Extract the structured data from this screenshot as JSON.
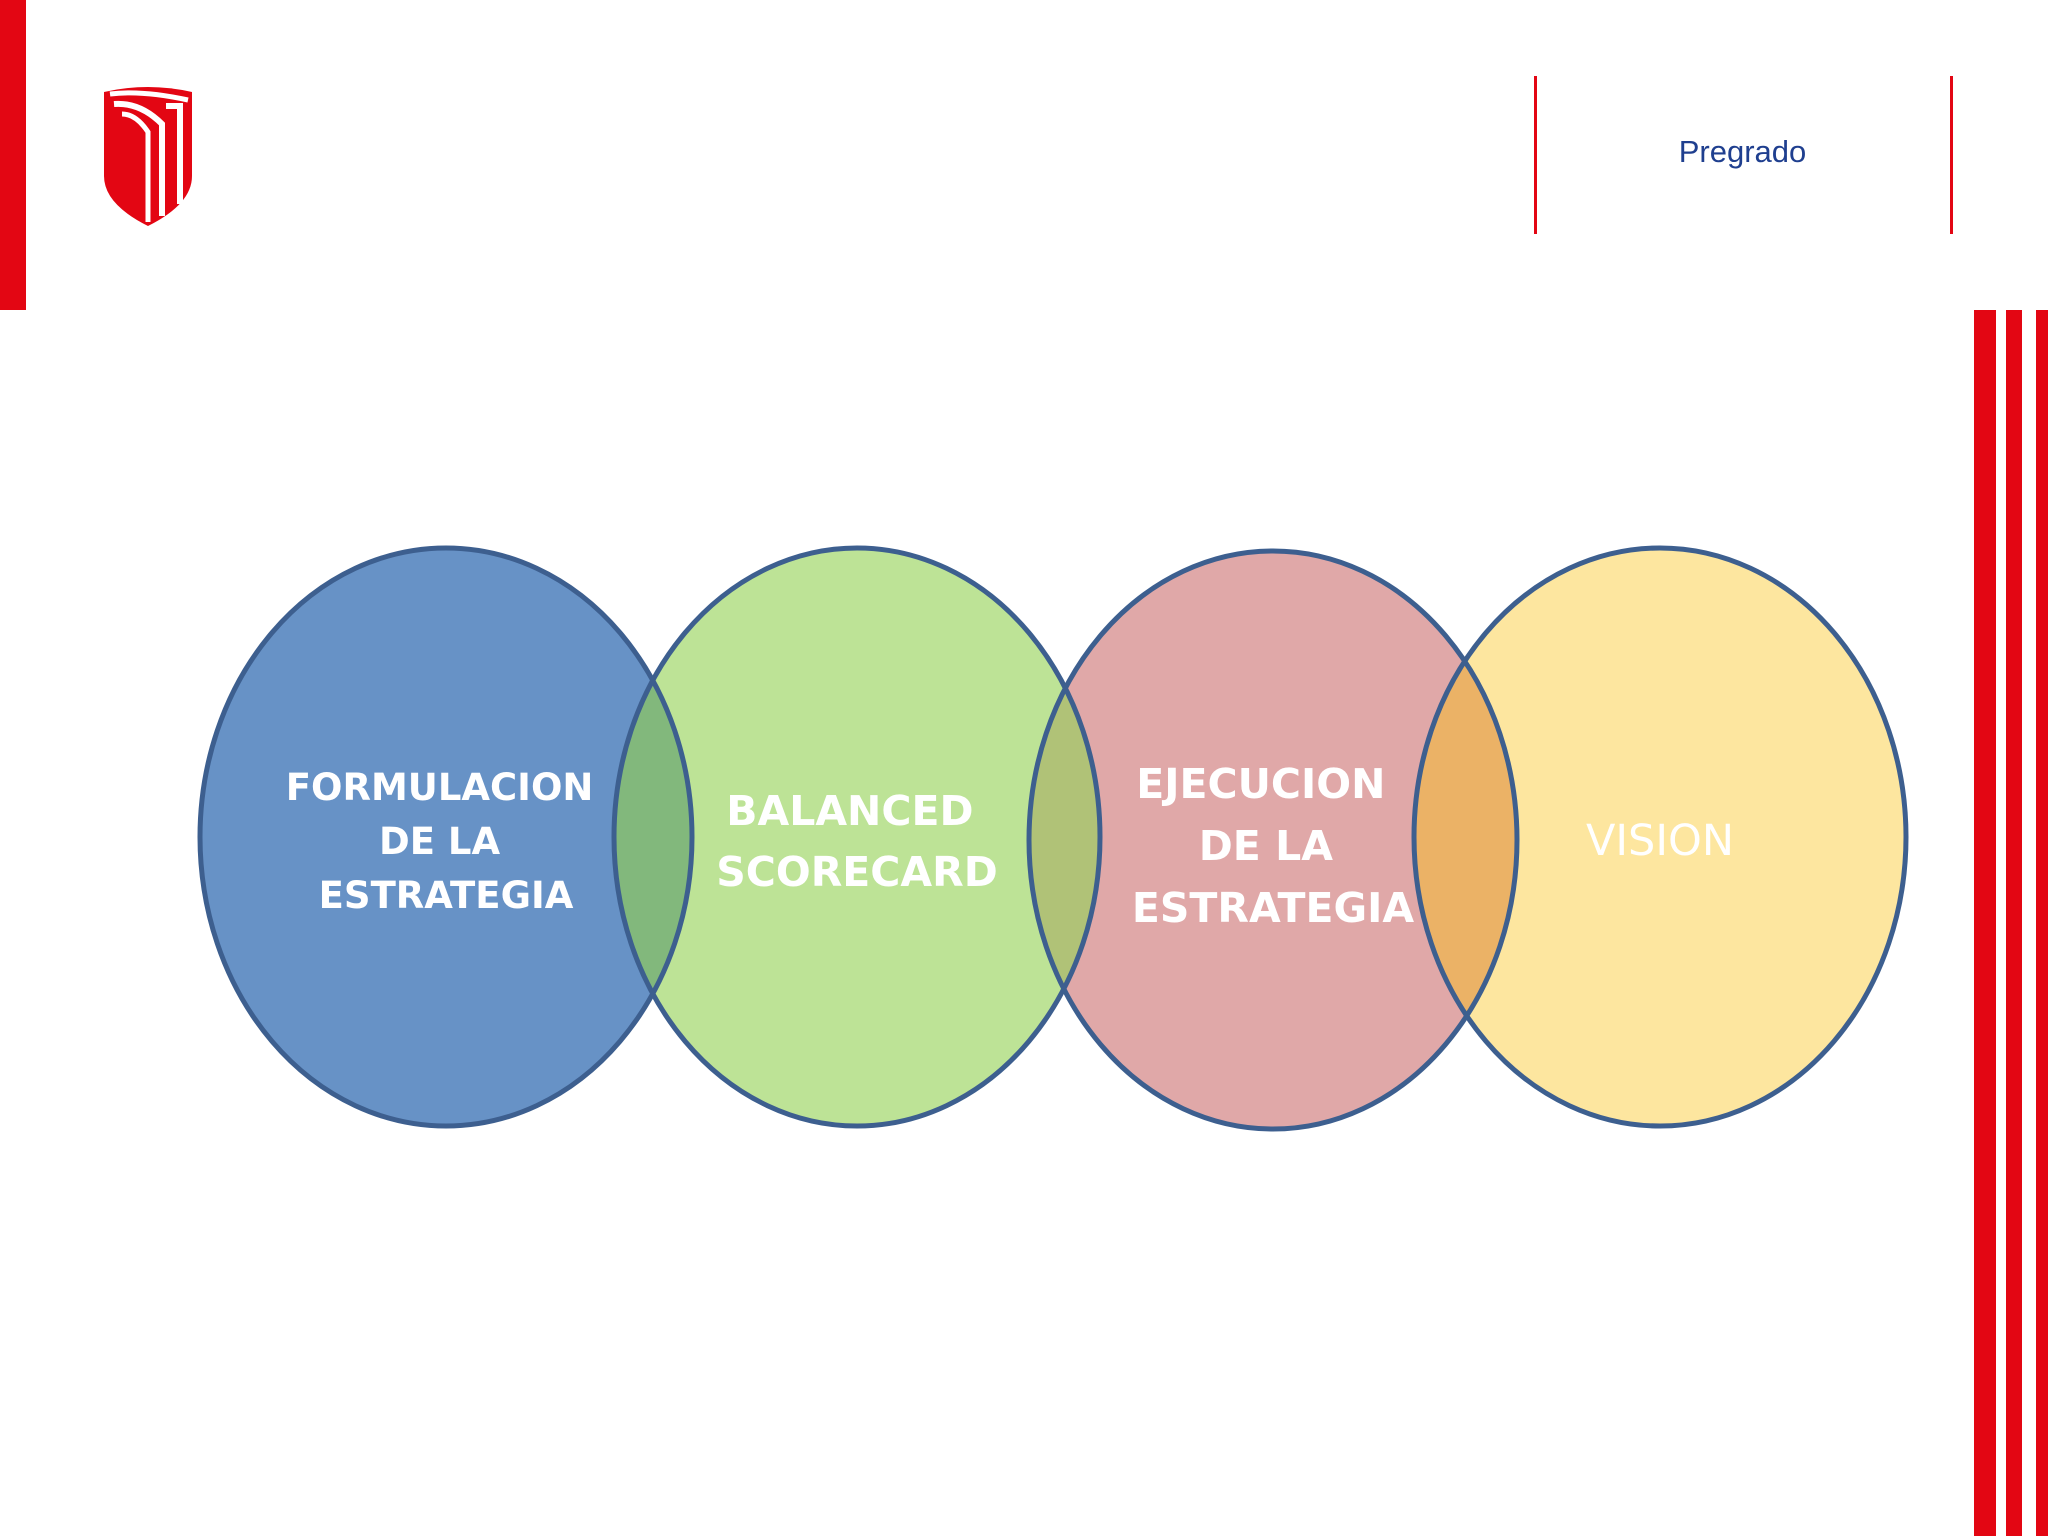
{
  "header": {
    "label": "Pregrado",
    "logo_icon": "university-shield-logo"
  },
  "colors": {
    "brand_red": "#e30613",
    "header_text": "#1f3f8f",
    "circle_outline": "#3d5f8f",
    "formulacion": "#6792c6",
    "balanced": "#bde396",
    "ejecucion": "#e0a8a8",
    "vision": "#fde69f",
    "overlap_1_2": "#82b87c",
    "overlap_2_3": "#b0c277",
    "overlap_3_4": "#ebb266"
  },
  "diagram": {
    "circles": [
      {
        "id": "formulacion",
        "lines": [
          "FORMULACION",
          "DE LA",
          "ESTRATEGIA"
        ]
      },
      {
        "id": "balanced",
        "lines": [
          "BALANCED",
          "SCORECARD"
        ]
      },
      {
        "id": "ejecucion",
        "lines": [
          "EJECUCION",
          "DE LA",
          "ESTRATEGIA"
        ]
      },
      {
        "id": "vision",
        "lines": [
          "VISION"
        ]
      }
    ]
  }
}
